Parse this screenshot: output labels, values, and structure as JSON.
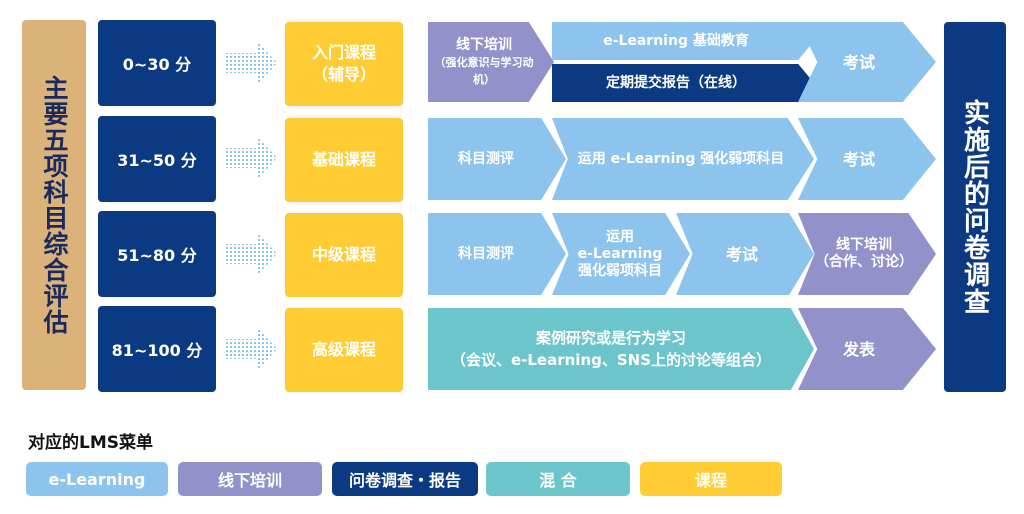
{
  "left_label": "主要五项科目综合评估",
  "right_label": "实施后的问卷调查",
  "rows": [
    {
      "score": "0~30 分",
      "course_line1": "入门课程",
      "course_line2": "（辅导）"
    },
    {
      "score": "31~50 分",
      "course_line1": "基础课程",
      "course_line2": ""
    },
    {
      "score": "51~80 分",
      "course_line1": "中级课程",
      "course_line2": ""
    },
    {
      "score": "81~100 分",
      "course_line1": "高级课程",
      "course_line2": ""
    }
  ],
  "row1": {
    "offline_title": "线下培训",
    "offline_sub": "（强化意识与学习动机）",
    "elearning": "e-Learning 基础教育",
    "report": "定期提交报告（在线）",
    "exam": "考试"
  },
  "row2": {
    "assess": "科目测评",
    "apply": "运用 e-Learning 强化弱项科目",
    "exam": "考试"
  },
  "row3": {
    "assess": "科目测评",
    "apply_line1": "运用",
    "apply_line2": "e-Learning",
    "apply_line3": "强化弱项科目",
    "exam": "考试",
    "offline_line1": "线下培训",
    "offline_line2": "（合作、讨论）"
  },
  "row4": {
    "case_line1": "案例研究或是行为学习",
    "case_line2": "（会议、e-Learning、SNS上的讨论等组合）",
    "present": "发表"
  },
  "lms": {
    "title": "对应的LMS菜单",
    "items": [
      "e-Learning",
      "线下培训",
      "问卷调查・报告",
      "混 合",
      "课程"
    ]
  },
  "colors": {
    "light_blue": "#8dc4ee",
    "purple": "#9291c9",
    "navy": "#0b3a82",
    "teal": "#6dc5cc",
    "yellow": "#ffcc33",
    "tan": "#dbb37a"
  }
}
